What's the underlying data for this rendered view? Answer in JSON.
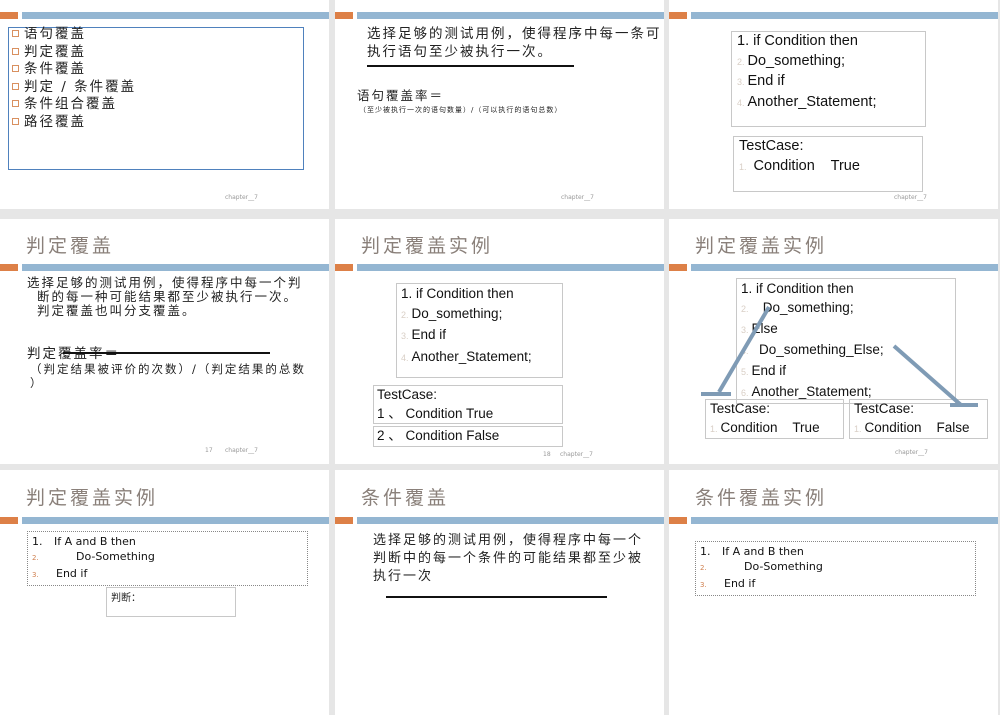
{
  "footer": "chapter__7",
  "colors": {
    "accent_orange": "#dd8047",
    "accent_blue": "#94b6d2",
    "title": "#8a807a"
  },
  "slides": [
    {
      "items": [
        "语句覆盖",
        "判定覆盖",
        "条件覆盖",
        "判定 / 条件覆盖",
        "条件组合覆盖",
        "路径覆盖"
      ]
    },
    {
      "lines": [
        "选择足够的测试用例，使得程序中每一条可",
        "执行语句至少被执行一次。"
      ],
      "formula_label": "语句覆盖率＝",
      "formula": "（至少被执行一次的语句数量）/（可以执行的语句总数）"
    },
    {
      "code": [
        {
          "n": "1.",
          "t": "if Condition then"
        },
        {
          "n": "2.",
          "t": "Do_something;"
        },
        {
          "n": "3.",
          "t": "End if"
        },
        {
          "n": "4.",
          "t": "Another_Statement;"
        }
      ],
      "testcase_label": "TestCase:",
      "cases": [
        {
          "n": "1.",
          "t": "Condition    True"
        }
      ]
    },
    {
      "title": "判定覆盖",
      "lines": [
        "选择足够的测试用例，使得程序中每一个判",
        "断的每一种可能结果都至少被执行一次。",
        "判定覆盖也叫分支覆盖。"
      ],
      "formula_label": "判定覆盖率＝",
      "formula": [
        "（判定结果被评价的次数）/（判定结果的总数",
        "）"
      ],
      "page": "17"
    },
    {
      "title": "判定覆盖实例",
      "code": [
        {
          "n": "1.",
          "t": "if Condition then"
        },
        {
          "n": "2.",
          "t": "Do_something;"
        },
        {
          "n": "3.",
          "t": "End if"
        },
        {
          "n": "4.",
          "t": "Another_Statement;"
        }
      ],
      "testcase_label": "TestCase:",
      "cases": [
        "1 、 Condition    True",
        "2 、 Condition    False"
      ],
      "page": "18"
    },
    {
      "title": "判定覆盖实例",
      "code": [
        {
          "n": "1.",
          "t": "if Condition then"
        },
        {
          "n": "2.",
          "t": "   Do_something;"
        },
        {
          "n": "3.",
          "t": "Else"
        },
        {
          "n": "4.",
          "t": "  Do_something_Else;"
        },
        {
          "n": "5.",
          "t": "End if"
        },
        {
          "n": "6.",
          "t": "Another_Statement;"
        }
      ],
      "testcase_label": "TestCase:",
      "cases": [
        {
          "n": "1.",
          "t": "Condition    True"
        },
        {
          "n": "1.",
          "t": "Condition    False"
        }
      ]
    },
    {
      "title": "判定覆盖实例",
      "code": [
        {
          "n": "1.",
          "t": "If A and B then"
        },
        {
          "n": "2.",
          "t": "Do-Something"
        },
        {
          "n": "3.",
          "t": "End if"
        }
      ],
      "judge_label": "判断："
    },
    {
      "title": "条件覆盖",
      "lines": [
        "选择足够的测试用例，使得程序中每一个",
        "判断中的每一个条件的可能结果都至少被",
        "执行一次"
      ]
    },
    {
      "title": "条件覆盖实例",
      "code": [
        {
          "n": "1.",
          "t": "If A and B then"
        },
        {
          "n": "2.",
          "t": "Do-Something"
        },
        {
          "n": "3.",
          "t": "End if"
        }
      ]
    }
  ]
}
